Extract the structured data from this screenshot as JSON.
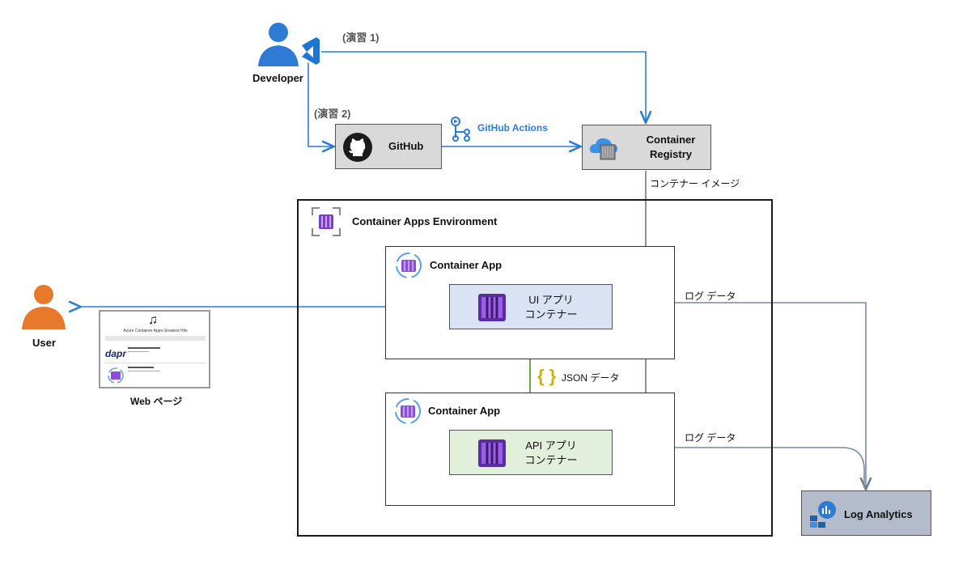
{
  "developer": {
    "label": "Developer",
    "exercise1": "(演習 1)",
    "exercise2": "(演習 2)"
  },
  "github": {
    "label": "GitHub"
  },
  "github_actions": {
    "label": "GitHub Actions"
  },
  "registry": {
    "line1": "Container",
    "line2": "Registry"
  },
  "container_image_label": "コンテナー イメージ",
  "environment": {
    "title": "Container Apps Environment"
  },
  "ui_app": {
    "title": "Container App",
    "line1": "UI アプリ",
    "line2": "コンテナー"
  },
  "api_app": {
    "title": "Container App",
    "line1": "API アプリ",
    "line2": "コンテナー"
  },
  "json_label": "JSON データ",
  "log_data_1": "ログ データ",
  "log_data_2": "ログ データ",
  "user": {
    "label": "User"
  },
  "webpage": {
    "label": "Web ページ",
    "title": "Azure Container Apps Greatest Hits",
    "dapr": "dapr"
  },
  "log_analytics": {
    "label": "Log Analytics"
  },
  "colors": {
    "blue_arrow": "#2e7bd6",
    "gray_arrow": "#7a8aa0",
    "green_arrow": "#6aa84f",
    "ui_box": "#dae3f3",
    "api_box": "#e2efda",
    "log_box": "#b4bccb"
  }
}
